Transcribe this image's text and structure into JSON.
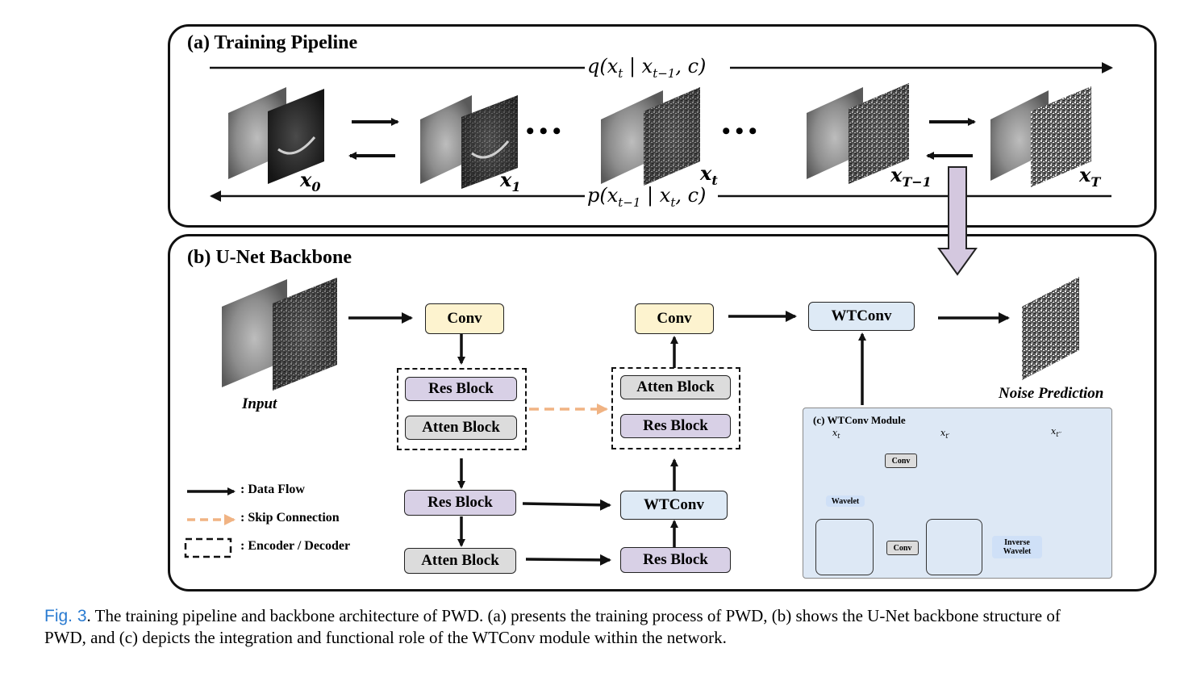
{
  "panel_a": {
    "title": "(a) Training Pipeline",
    "forward_label": "q(x_t | x_{t−1}, c)",
    "forward_label_parts": {
      "fn": "q(",
      "x1": "x",
      "s1": "t",
      "mid": " | ",
      "x2": "x",
      "s2": "t−1",
      "end": ", c)"
    },
    "reverse_label_parts": {
      "fn": "p(",
      "x1": "x",
      "s1": "t−1",
      "mid": " | ",
      "x2": "x",
      "s2": "t",
      "end": ", c)"
    },
    "states": [
      {
        "base": "x",
        "sub": "0"
      },
      {
        "base": "x",
        "sub": "1"
      },
      {
        "base": "x",
        "sub": "t"
      },
      {
        "base": "x",
        "sub": "T−1"
      },
      {
        "base": "x",
        "sub": "T"
      }
    ],
    "ellipsis": "•••"
  },
  "panel_b": {
    "title": "(b) U-Net Backbone",
    "input_label": "Input",
    "output_label": "Noise Prediction",
    "blocks": {
      "conv_in": "Conv",
      "enc_res": "Res  Block",
      "enc_atten": "Atten Block",
      "dec_atten": "Atten Block",
      "dec_res": "Res  Block",
      "conv_out": "Conv",
      "wtconv_main": "WTConv",
      "mid_res": "Res  Block",
      "mid_atten": "Atten Block",
      "mid_wtconv": "WTConv",
      "mid_res2": "Res  Block"
    },
    "legend": [
      {
        "type": "solid-arrow",
        "label": ": Data Flow"
      },
      {
        "type": "dashed-arrow",
        "label": ": Skip Connection"
      },
      {
        "type": "dashed-box",
        "label": ": Encoder / Decoder"
      }
    ]
  },
  "module_c": {
    "title": "(c) WTConv Module",
    "labels": {
      "xt": {
        "base": "x",
        "sub": "t"
      },
      "xt1": {
        "base": "x",
        "sub": "t′"
      },
      "xt2": {
        "base": "x",
        "sub": "t′′"
      }
    },
    "conv1": "Conv",
    "conv2": "Conv",
    "wavelet": "Wavelet",
    "inverse_wavelet": "Inverse Wavelet"
  },
  "caption": {
    "fig_ref": "Fig. 3",
    "text": ". The training pipeline and backbone architecture of PWD. (a) presents the training process of PWD, (b) shows the U-Net backbone structure of",
    "text2": "PWD, and (c) depicts the integration and functional role of the WTConv module within the network."
  },
  "colors": {
    "conv": "#fdf3cf",
    "res": "#d8d0e6",
    "atten": "#dcdcdc",
    "wtconv": "#deeaf6",
    "skip": "#f0b383",
    "big_arrow": "#d4c8df",
    "figref": "#2a7bd1"
  }
}
